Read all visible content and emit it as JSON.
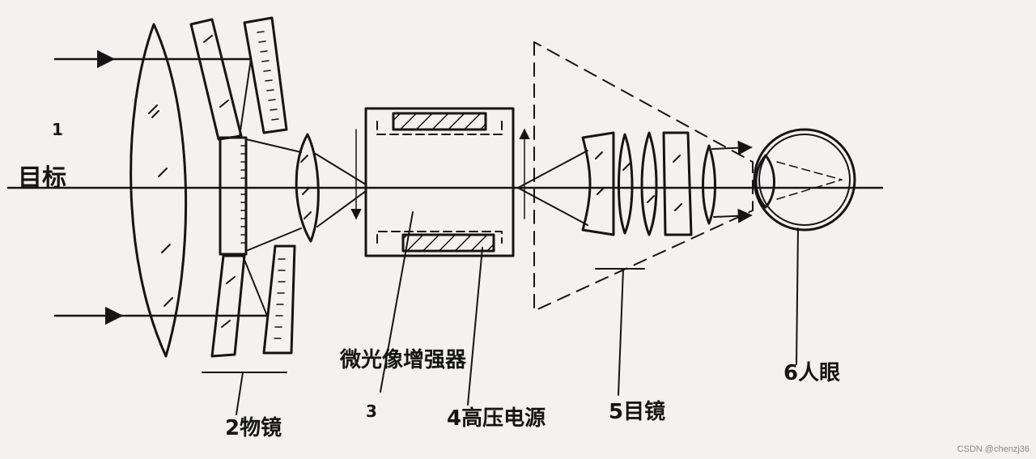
{
  "labels": {
    "target_number": "1",
    "target": "目标",
    "objective": "2物镜",
    "intensifier": "微光像增强器",
    "intensifier_number": "3",
    "power_supply": "4高压电源",
    "eyepiece": "5目镜",
    "eye": "6人眼"
  },
  "watermark": "CSDN @chenzj36",
  "colors": {
    "ink": "#151515",
    "paper": "#f3f2ee"
  }
}
